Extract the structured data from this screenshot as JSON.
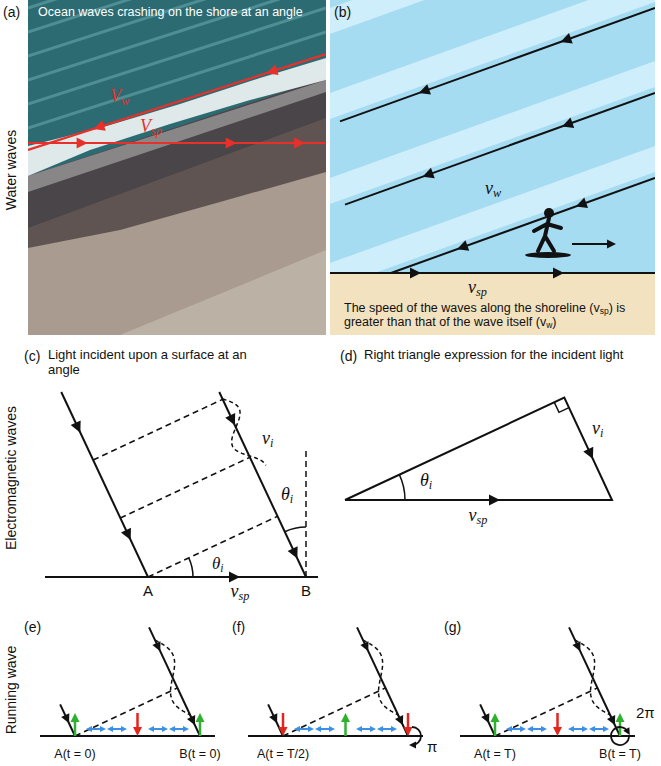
{
  "diagram": {
    "nodes": [
      {
        "text": [
          "(a)",
          "Ocean waves crashing on the shore at an angle",
          "Vw",
          "Vsp"
        ]
      },
      {
        "text": [
          "(b)",
          "vw",
          "vsp",
          "The speed of the waves along the shoreline (vsp) is greater than that of the wave itself (vw)"
        ]
      }
    ],
    "labels": [
      "Water waves",
      "Electromagnetic waves",
      "Running wave",
      "(c)",
      "Light incident upon a surface at an angle",
      "vi",
      "θi",
      "θi",
      "A",
      "B",
      "vsp",
      "(d)",
      "Right triangle expression for the incident light",
      "θi",
      "vi",
      "vsp",
      "(e)",
      "A(t = 0)",
      "B(t = 0)",
      "(f)",
      "A(t = T/2)",
      "π",
      "(g)",
      "A(t = T)",
      "B(t = T)",
      "2π"
    ]
  }
}
